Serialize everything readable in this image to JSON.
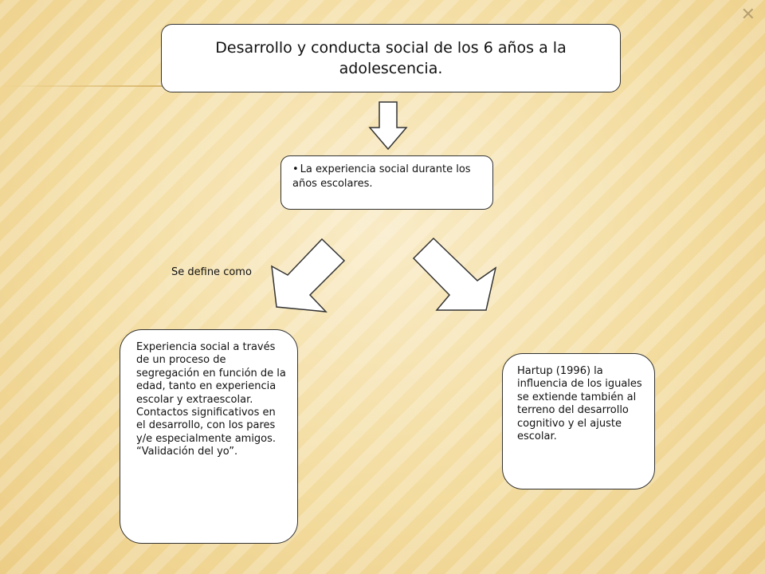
{
  "corner_mark": "✕",
  "title": "Desarrollo y conducta social de los 6 años a la adolescencia.",
  "subtitle_bullet": "•",
  "subtitle": "La experiencia social durante los años escolares.",
  "left_label": "Se define como",
  "left_box": "Experiencia social a través de un proceso de segregación en función de la edad, tanto en experiencia escolar y extraescolar. Contactos significativos en el desarrollo, con los pares y/e especialmente amigos. “Validación del yo”.",
  "right_box": "Hartup (1996) la influencia de los iguales se extiende también al terreno del desarrollo cognitivo y el ajuste escolar."
}
